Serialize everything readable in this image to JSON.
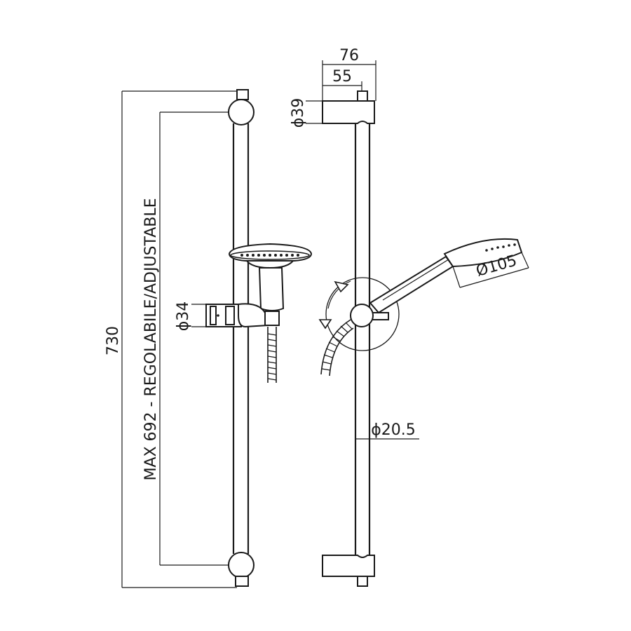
{
  "dimensions": {
    "overall_length": "730",
    "adjustable_range": "MAX 692 - REGOLABILE/ADJUSTABLE",
    "slider_diameter": "ϕ34",
    "bracket_depth_total": "76",
    "bracket_depth_inner": "55",
    "bracket_diameter": "ϕ39",
    "handshower_diameter": "Ø105",
    "bar_diameter": "ϕ20.5"
  },
  "colors": {
    "line": "#1a1a1a",
    "background": "#ffffff"
  },
  "icons": {
    "rotation": "rotation-arrows-icon"
  }
}
